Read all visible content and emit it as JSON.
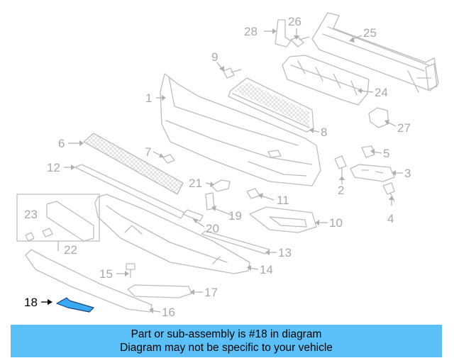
{
  "callouts": {
    "c1": "1",
    "c2": "2",
    "c3": "3",
    "c4": "4",
    "c5": "5",
    "c6": "6",
    "c7": "7",
    "c8": "8",
    "c9": "9",
    "c10": "10",
    "c11": "11",
    "c12": "12",
    "c13": "13",
    "c14": "14",
    "c15": "15",
    "c16": "16",
    "c17": "17",
    "c18": "18",
    "c19": "19",
    "c20": "20",
    "c21": "21",
    "c22": "22",
    "c23": "23",
    "c24": "24",
    "c25": "25",
    "c26": "26",
    "c27": "27",
    "c28": "28"
  },
  "highlight": {
    "part_number": "18",
    "color": "#3aaaf0"
  },
  "banner": {
    "line1": "Part or sub-assembly is #18 in diagram",
    "line2": "Diagram may not be specific to your vehicle",
    "background": "#5bc0f8"
  }
}
